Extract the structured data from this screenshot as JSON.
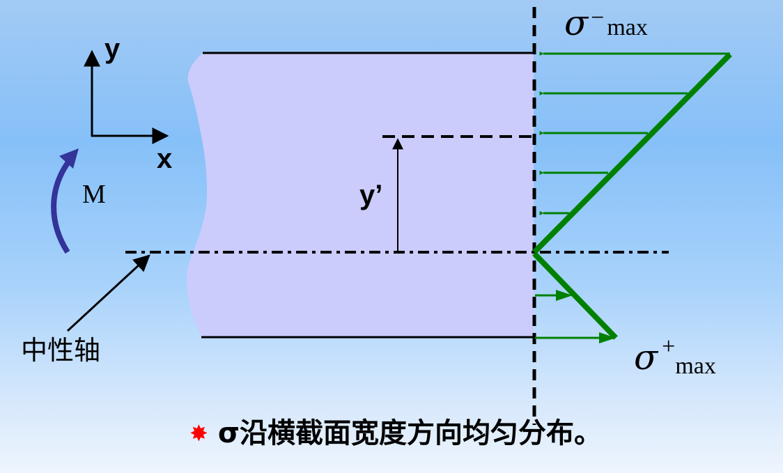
{
  "diagram": {
    "type": "beam-bending-normal-stress-distribution",
    "axes": {
      "x_label": "x",
      "y_label": "y"
    },
    "moment_label": "M",
    "distance_label": "y’",
    "neutral_axis_label": "中性轴",
    "stress_top": {
      "symbol": "σ",
      "sign": "−",
      "subscript": "max"
    },
    "stress_bottom": {
      "symbol": "σ",
      "sign": "+",
      "subscript": "max"
    },
    "colors": {
      "beam_fill": "#ccccfc",
      "stress_line": "#008000",
      "moment_arrow": "#333399",
      "bullet_star": "#ff0000",
      "line": "#000000"
    }
  },
  "note": {
    "bullet": "✸",
    "text": "σ沿横截面宽度方向均匀分布。"
  }
}
